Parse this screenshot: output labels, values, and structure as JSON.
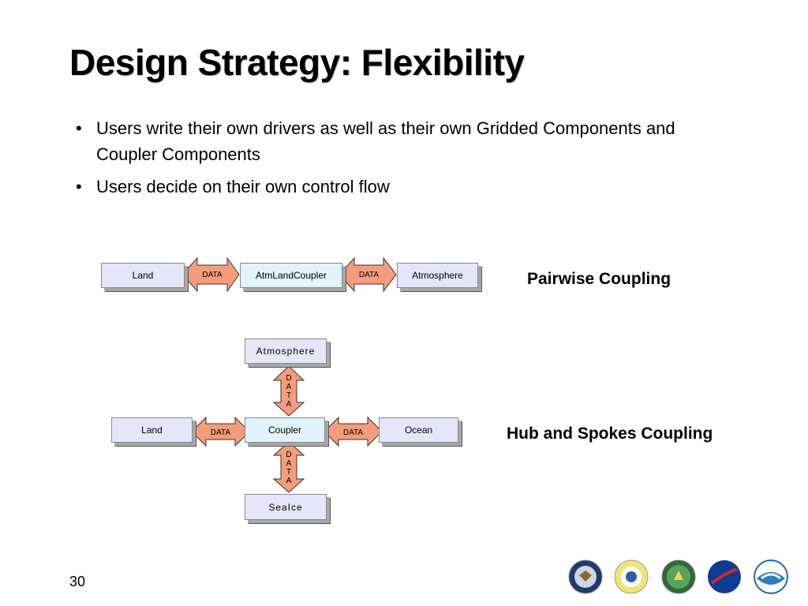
{
  "title": "Design Strategy:  Flexibility",
  "bullets": [
    "Users write their own drivers as well as their own Gridded Components and Coupler Components",
    "Users decide on their own control flow"
  ],
  "pairwise": {
    "land": "Land",
    "data_left": "DATA",
    "coupler": "AtmLandCoupler",
    "data_right": "DATA",
    "atmosphere": "Atmosphere",
    "caption": "Pairwise Coupling"
  },
  "hub": {
    "atmosphere": "Atmosphere",
    "data_top": [
      "D",
      "A",
      "T",
      "A"
    ],
    "land": "Land",
    "data_left": "DATA",
    "coupler": "Coupler",
    "data_right": "DATA",
    "ocean": "Ocean",
    "data_bottom": [
      "D",
      "A",
      "T",
      "A"
    ],
    "seaice": "SeaIce",
    "caption": "Hub and Spokes Coupling"
  },
  "page_number": "30",
  "logos": [
    "dod-seal-icon",
    "nsf-logo-icon",
    "doe-seal-icon",
    "nasa-logo-icon",
    "noaa-logo-icon"
  ],
  "colors": {
    "box_fill": "#e6e6fa",
    "coupler_fill": "#e2f3fb",
    "arrow_fill": "#f59c7c"
  }
}
